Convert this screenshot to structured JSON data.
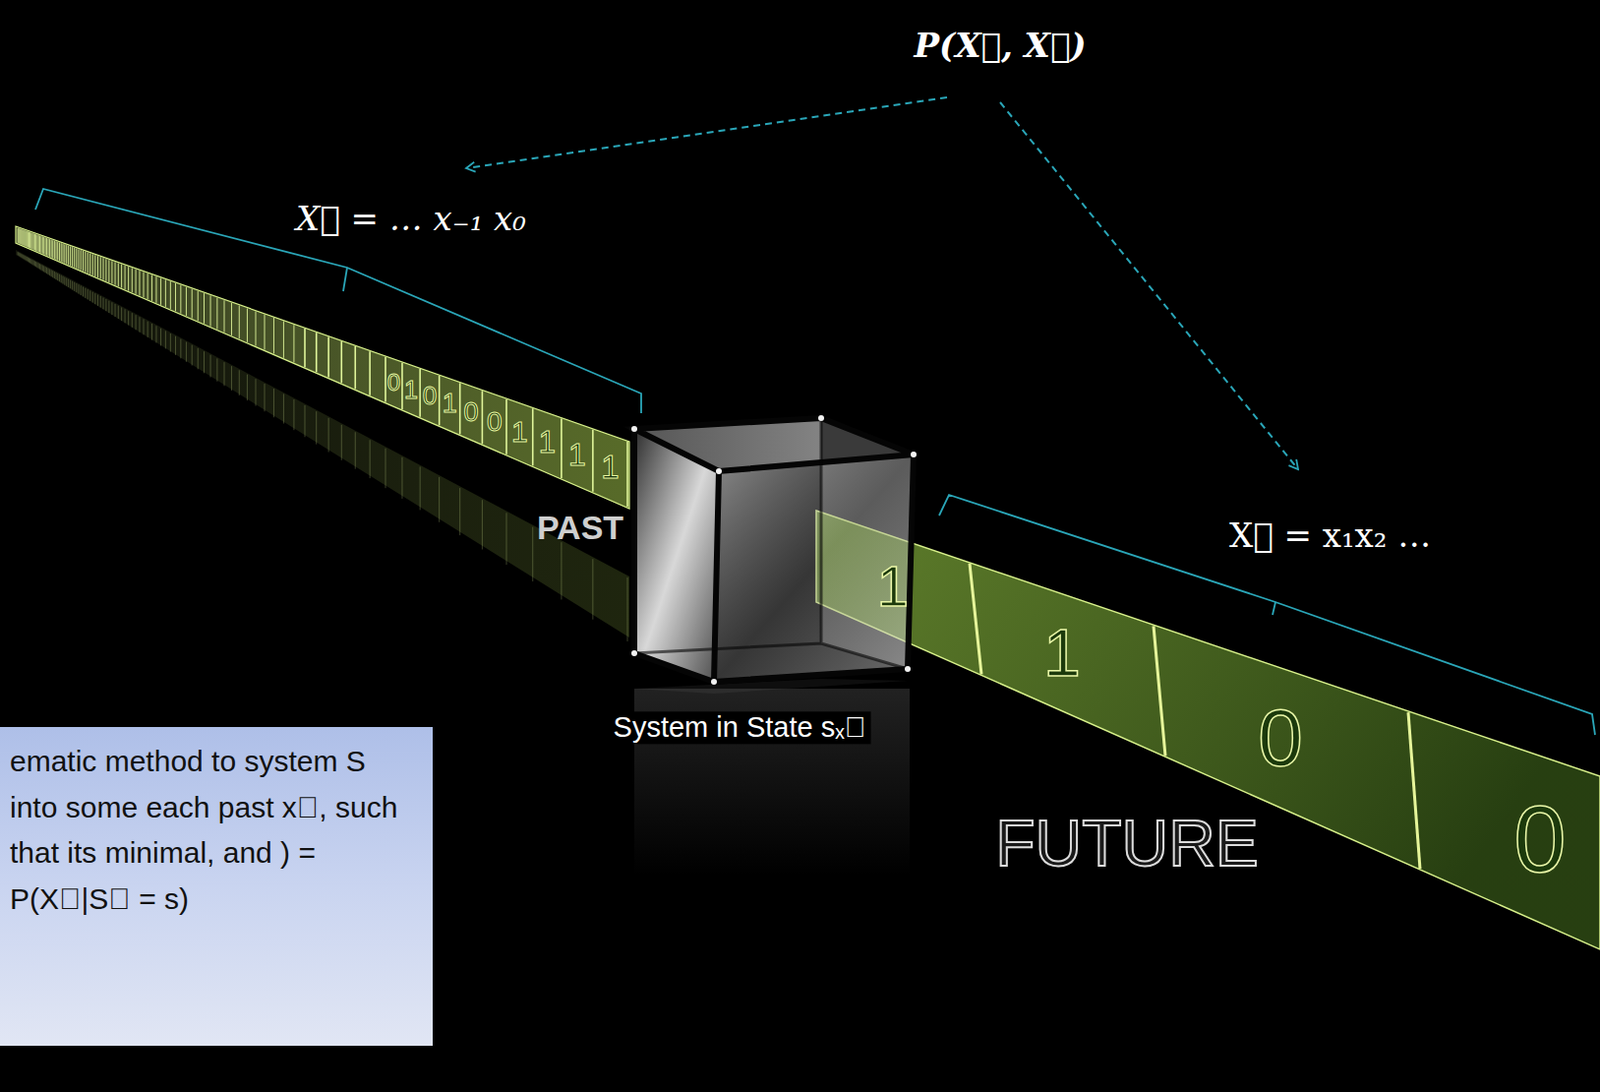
{
  "diagram": {
    "nodes": [
      {
        "text": [
          "ematic method to system S into some each past x⃖, such that its minimal, and ) = P(X⃗|S⃖ = s)"
        ]
      }
    ],
    "labels": [
      "P(X⃖, X⃗)",
      "X⃖ = … x₋₁ x₀",
      "X⃗ = x₁x₂ …",
      "PAST",
      "System in State sₓ⃖",
      "FUTURE",
      "0",
      "1",
      "0",
      "1",
      "0",
      "0",
      "1",
      "1",
      "1",
      "1",
      "1",
      "1",
      "0",
      "0"
    ]
  }
}
